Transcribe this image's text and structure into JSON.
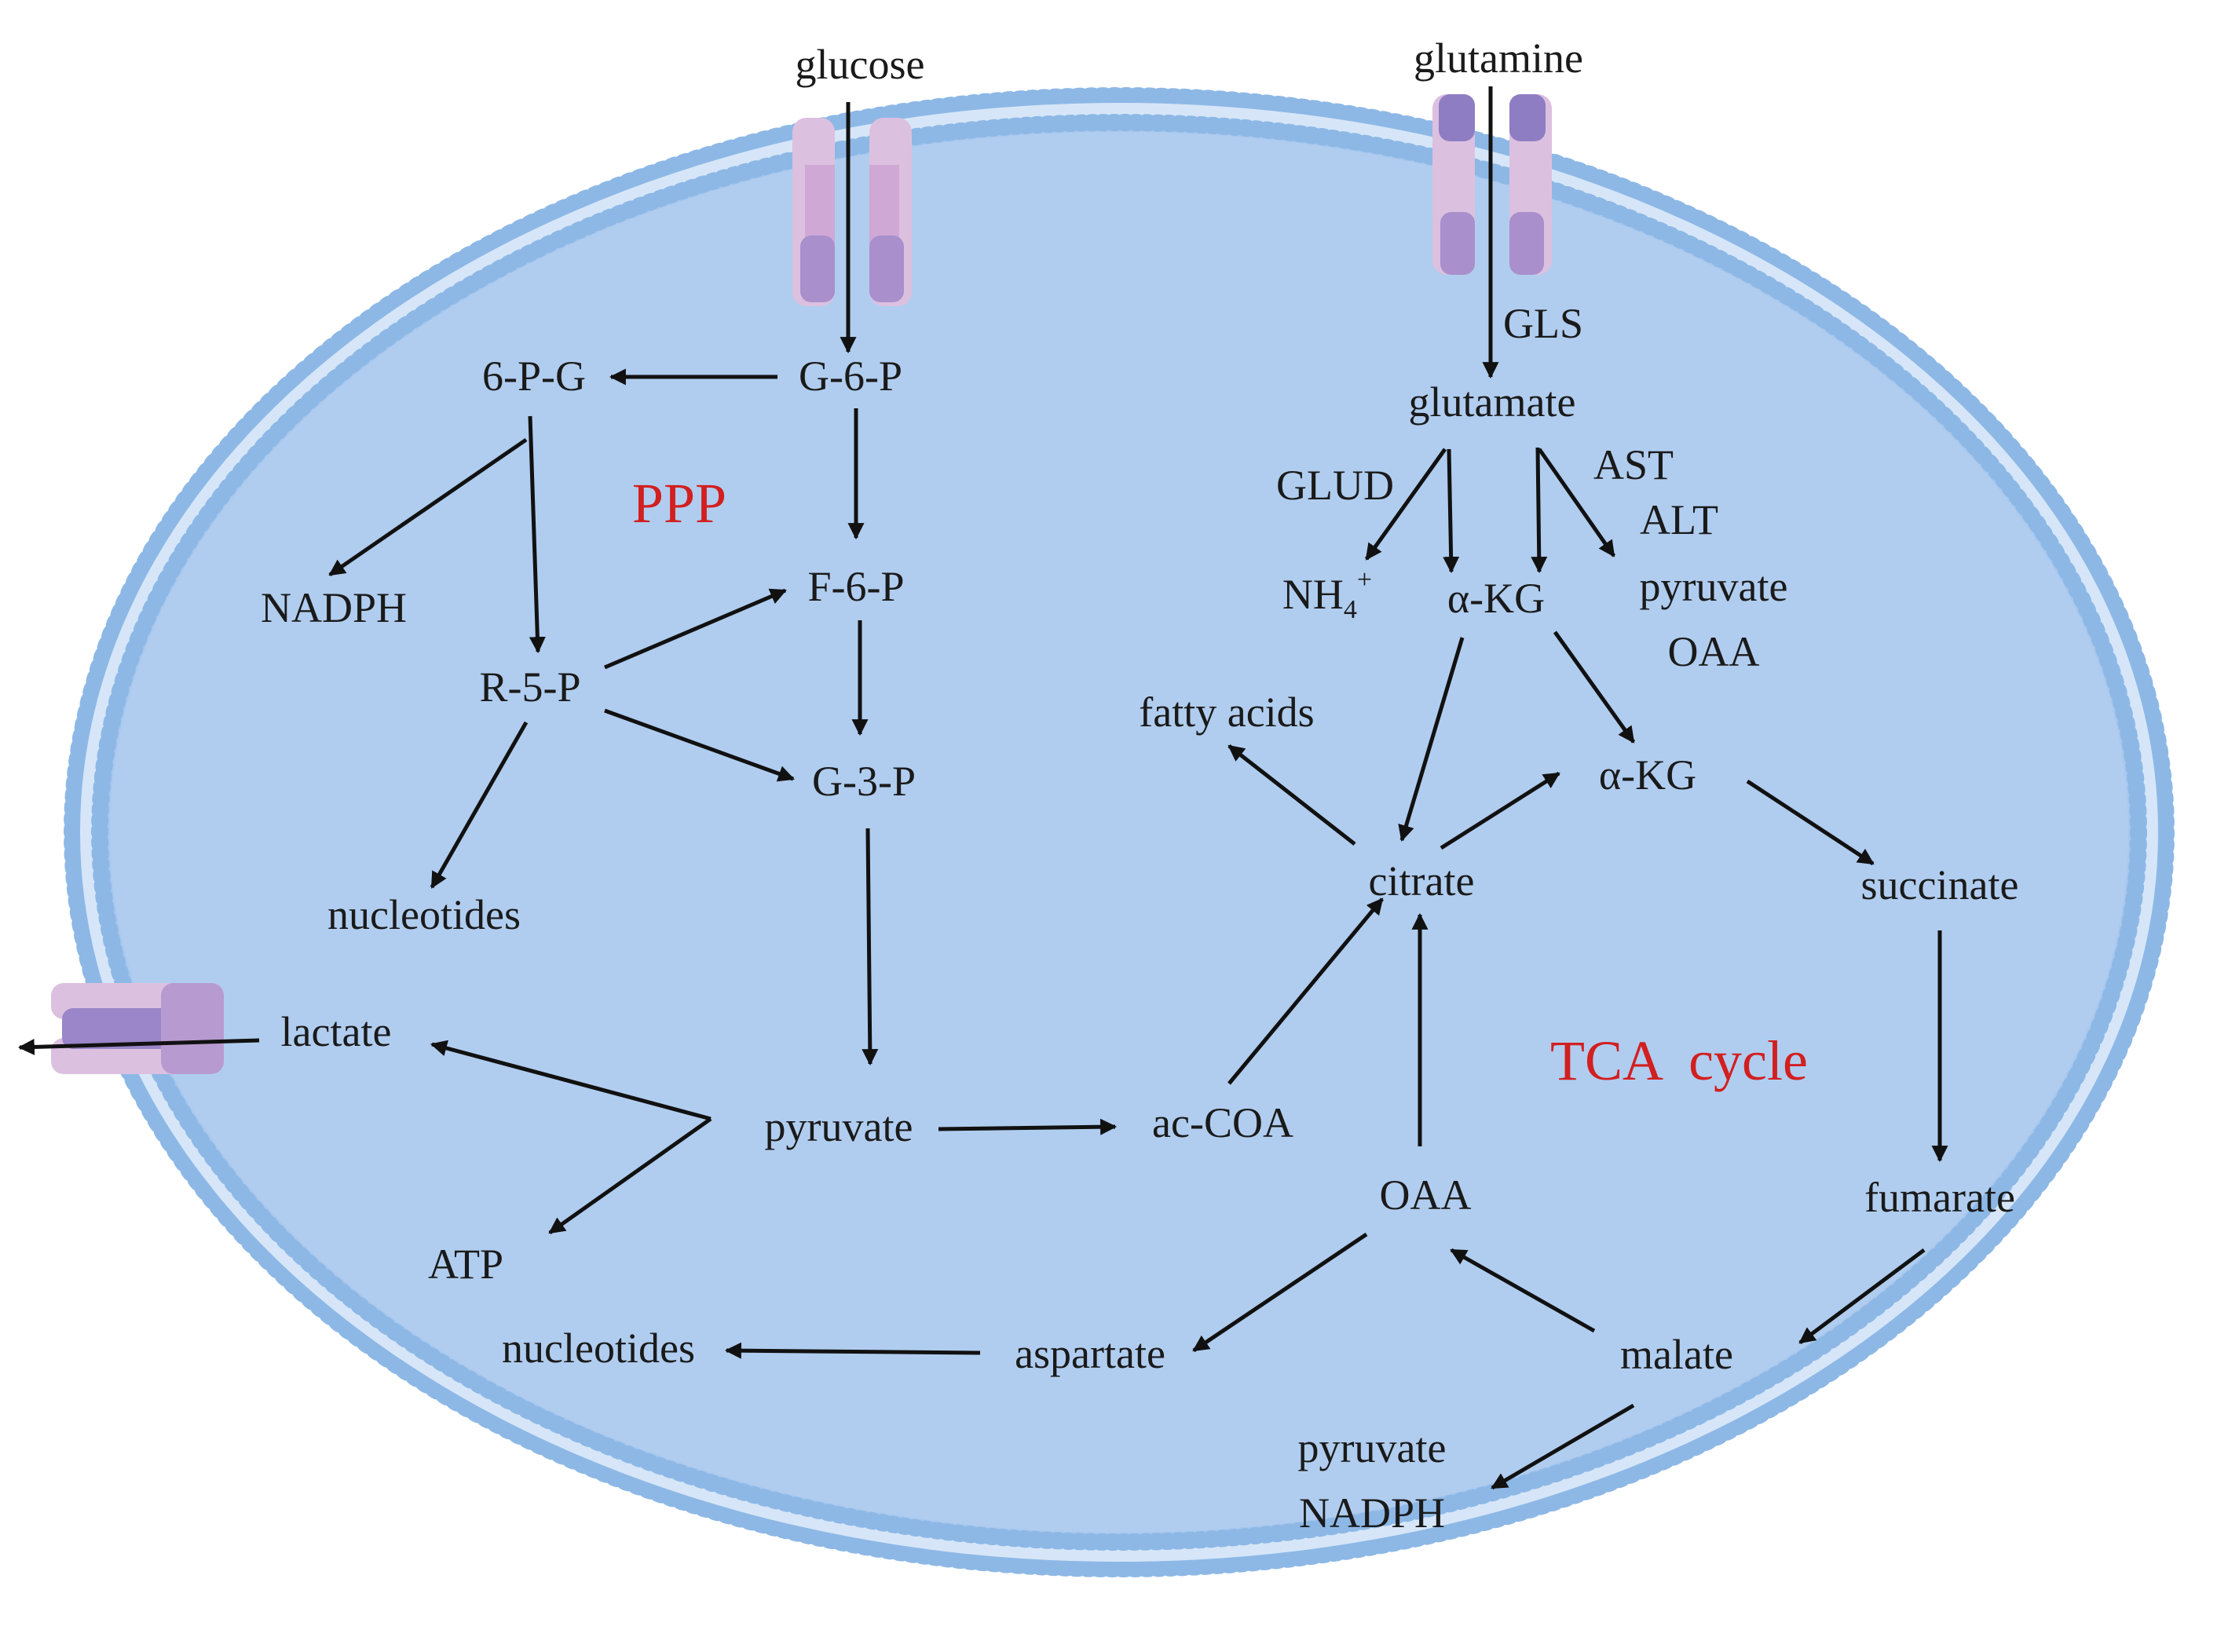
{
  "colors": {
    "cell_fill": "#b0cdef",
    "membrane": "#8db8e6",
    "transporter_light": "#d9b8dc",
    "transporter_dark": "#9483c6",
    "highlight_text": "#d21f1f"
  },
  "labels": {
    "glucose": "glucose",
    "glutamine": "glutamine",
    "g6p": "G-6-P",
    "sixpg": "6-P-G",
    "ppp": "PPP",
    "f6p": "F-6-P",
    "nadph_ppp": "NADPH",
    "r5p": "R-5-P",
    "g3p": "G-3-P",
    "nucleotides_ppp": "nucleotides",
    "lactate": "lactate",
    "pyruvate_glyco": "pyruvate",
    "atp": "ATP",
    "accoa": "ac-COA",
    "gls": "GLS",
    "glutamate": "glutamate",
    "glud": "GLUD",
    "ast": "AST",
    "alt": "ALT",
    "nh4": "NH",
    "nh4_sub": "4",
    "nh4_sup": "+",
    "akg_top": "α-KG",
    "pyruvate_ast": "pyruvate",
    "oaa_ast": "OAA",
    "fatty_acids": "fatty acids",
    "akg_cycle": "α-KG",
    "citrate": "citrate",
    "succinate": "succinate",
    "tca_cycle": "TCA  cycle",
    "oaa_cycle": "OAA",
    "fumarate": "fumarate",
    "malate": "malate",
    "aspartate": "aspartate",
    "nucleotides_asp": "nucleotides",
    "pyruvate_malate": "pyruvate",
    "nadph_malate": "NADPH"
  }
}
